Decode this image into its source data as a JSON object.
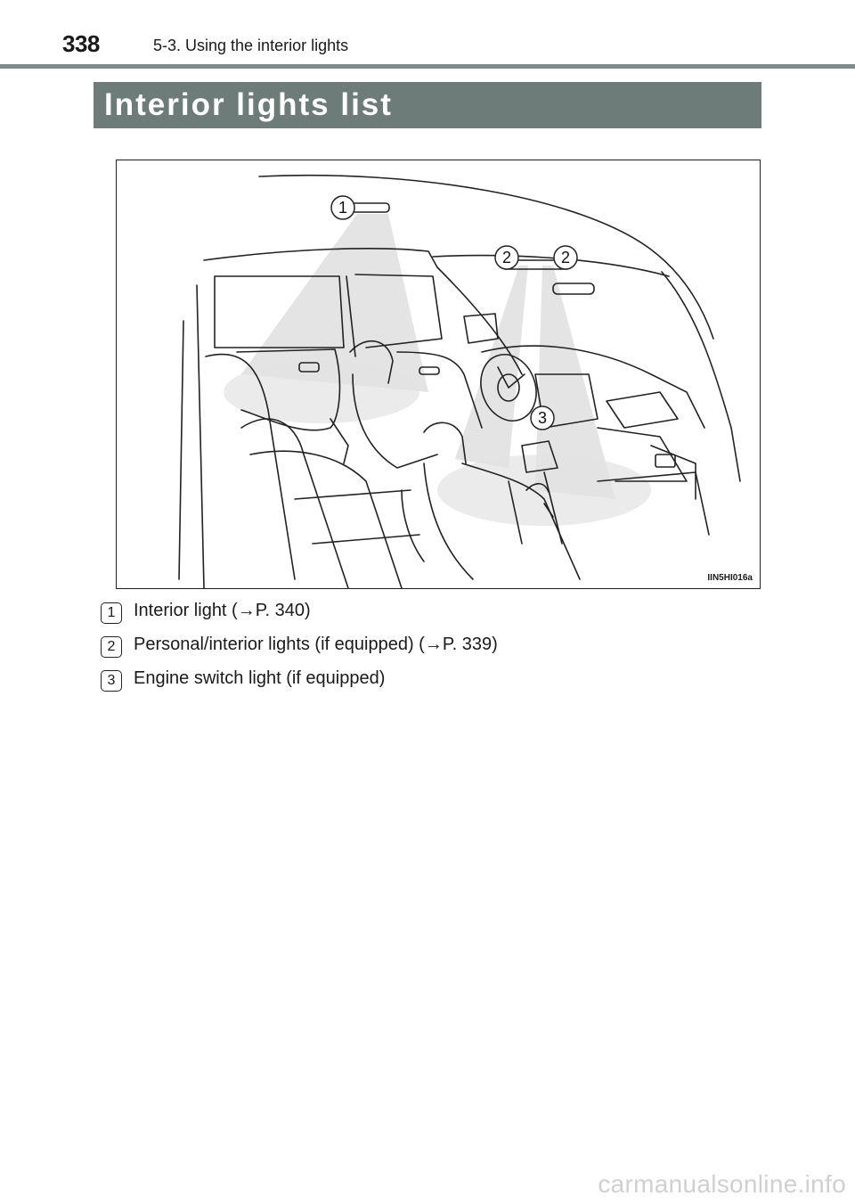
{
  "header": {
    "page_number": "338",
    "section": "5-3. Using the interior lights"
  },
  "title": "Interior lights list",
  "figure": {
    "code": "IIN5HI016a",
    "callouts": [
      "1",
      "2",
      "2",
      "3"
    ]
  },
  "legend": [
    {
      "num": "1",
      "text": "Interior light (→P. 340)"
    },
    {
      "num": "2",
      "text": "Personal/interior lights (if equipped) (→P. 339)"
    },
    {
      "num": "3",
      "text": "Engine switch light (if equipped)"
    }
  ],
  "watermark": "carmanualsonline.info"
}
